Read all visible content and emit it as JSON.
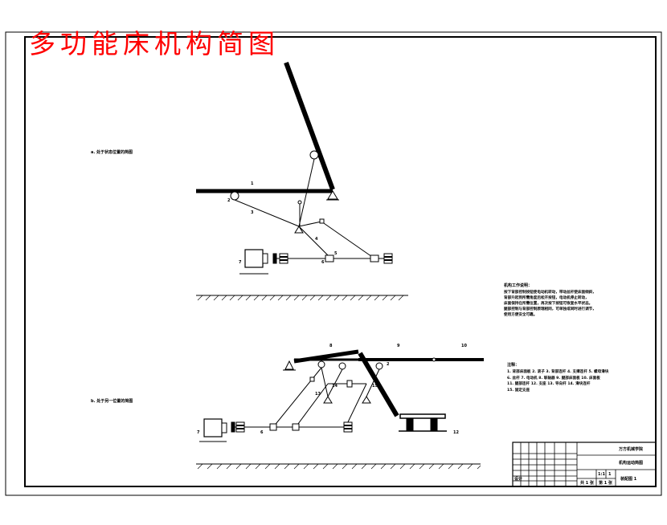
{
  "drawing": {
    "title": "多功能床机构简图",
    "section_a_label": "a. 处于状态位置的简图",
    "section_b_label": "b. 处于另一位置的简图",
    "notes_title": "机构工作说明：",
    "notes_body": "按下背部控制按钮使电动机转动，带动丝杆使床面倾斜，\n背部升起到所需角度后松开按钮，电动机停止转动，\n床面保持在所需位置，再次按下按钮可恢复水平状态。\n腿部控制与背部控制原理相同，可单独或同时进行调节，\n使用方便安全可靠。",
    "legend_title": "注释：",
    "legend_body": "1. 背部床面板  2. 滚子  3. 背部连杆  4. 支撑连杆  5. 螺母滑块\n6. 丝杆  7. 电动机  8. 联轴器  9. 腿部床面板  10. 床面板\n11. 腿部连杆  12. 支座  13. 导向杆  14. 滑块连杆\n15. 固定支座",
    "part_numbers": {
      "n1": "1",
      "n2": "2",
      "n3": "3",
      "n4": "4",
      "n5": "5",
      "n6": "6",
      "n7": "7",
      "b8": "8",
      "b9": "9",
      "b10": "10",
      "b2": "2",
      "b6": "6",
      "b7": "7",
      "b13": "13",
      "b14": "14",
      "b15": "15",
      "b12": "12"
    },
    "title_block": {
      "school": "万方机械学院",
      "drawing_name": "机构运动简图",
      "sheet_no": "装配图 1",
      "scale": "1:1",
      "qty": "1",
      "sheet_total": "共 1 张",
      "sheet_index": "第 1 张",
      "material": "",
      "designer": "设计"
    }
  }
}
